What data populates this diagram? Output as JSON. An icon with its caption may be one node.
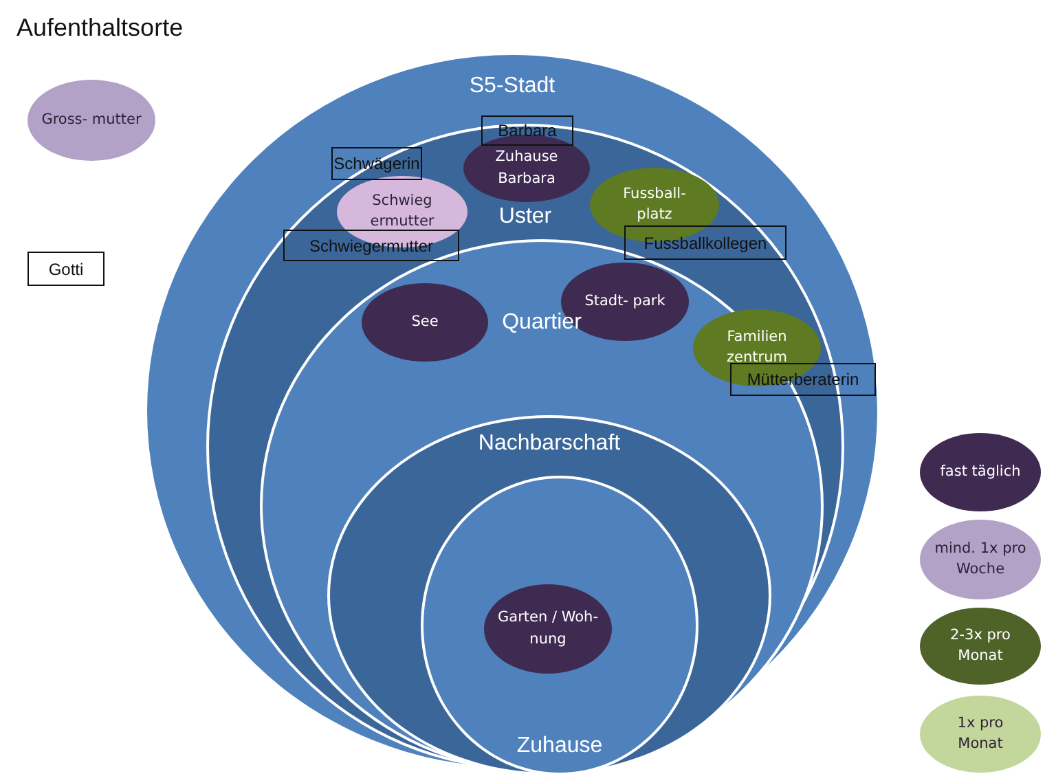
{
  "diagram": {
    "title": "Aufenthaltsorte",
    "nodes": [
      {
        "text": [
          "Gross- mutter"
        ]
      },
      {
        "text": [
          "Gotti"
        ]
      },
      {
        "text": [
          "S5-Stadt"
        ]
      },
      {
        "text": [
          "Uster"
        ],
        "in": 2
      },
      {
        "text": [
          "Barbara"
        ],
        "in": 2
      },
      {
        "text": [
          "Zuhause Barbara"
        ],
        "in": 3
      },
      {
        "text": [
          "Schwägerin"
        ],
        "in": 3
      },
      {
        "text": [
          "Schwieg ermutter"
        ],
        "in": 3
      },
      {
        "text": [
          "Fussball- platz"
        ],
        "in": 3
      },
      {
        "text": [
          "Schwiegermutter"
        ],
        "in": 3
      },
      {
        "text": [
          "Fussballkollegen"
        ],
        "in": 3
      },
      {
        "text": [
          "Quartier"
        ],
        "in": 3
      },
      {
        "text": [
          "See"
        ],
        "in": 11
      },
      {
        "text": [
          "Stadt- park"
        ],
        "in": 11
      },
      {
        "text": [
          "Familien zentrum"
        ],
        "in": 11
      },
      {
        "text": [
          "Mütterberaterin"
        ],
        "in": 3
      },
      {
        "text": [
          "Nachbarschaft"
        ],
        "in": 11
      },
      {
        "text": [
          "Zuhause"
        ],
        "in": 16
      },
      {
        "text": [
          "Garten / Woh- nung"
        ],
        "in": 17
      }
    ],
    "legend": [
      {
        "text": "fast täglich",
        "color": "#3f2b52"
      },
      {
        "text": "mind. 1x pro Woche",
        "color": "#b3a2c7"
      },
      {
        "text": "2-3x pro Monat",
        "color": "#4f6228"
      },
      {
        "text": "1x pro Monat",
        "color": "#c3d69b"
      }
    ]
  }
}
